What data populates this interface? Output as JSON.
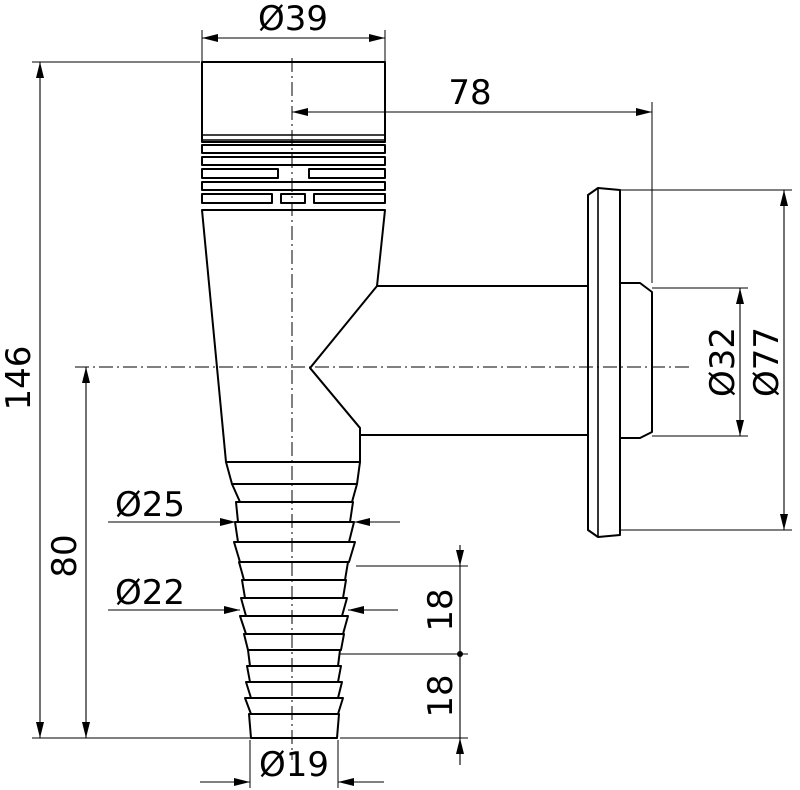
{
  "dimensions": {
    "top_outer_diameter": "Ø39",
    "wall_offset": "78",
    "pipe_diameter": "Ø32",
    "flange_diameter": "Ø77",
    "overall_height": "146",
    "outlet_height": "80",
    "hose_diameter_large": "Ø25",
    "hose_diameter_mid": "Ø22",
    "hose_diameter_small": "Ø19",
    "segment_upper": "18",
    "segment_lower": "18"
  }
}
